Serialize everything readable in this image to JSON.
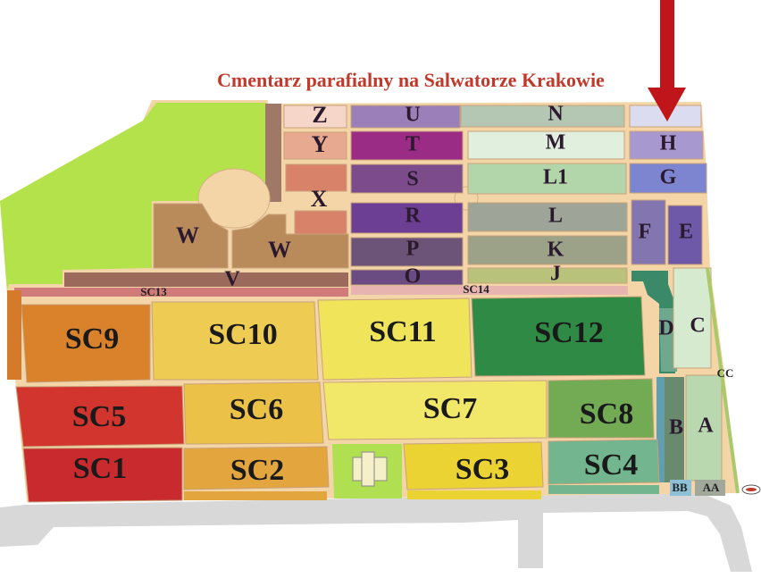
{
  "title": "Cmentarz parafialny na Salwatorze Krakowie",
  "colors": {
    "path": "#f3d5a8",
    "pointer_arrow": "#c0161b",
    "green_area": "#b3e24a",
    "street": "#d6d6d6"
  },
  "labels": {
    "Z": "Z",
    "Y": "Y",
    "X": "X",
    "W1": "W",
    "W2": "W",
    "V": "V",
    "U": "U",
    "T": "T",
    "S": "S",
    "R": "R",
    "P": "P",
    "O": "O",
    "N": "N",
    "M": "M",
    "L1": "L1",
    "L": "L",
    "K": "K",
    "J": "J",
    "H": "H",
    "G": "G",
    "F": "F",
    "E": "E",
    "D": "D",
    "C": "C",
    "B": "B",
    "A": "A",
    "BB": "BB",
    "AA": "AA",
    "CC": "CC",
    "SC13": "SC13",
    "SC14": "SC14",
    "SC1": "SC1",
    "SC2": "SC2",
    "SC3": "SC3",
    "SC4": "SC4",
    "SC5": "SC5",
    "SC6": "SC6",
    "SC7": "SC7",
    "SC8": "SC8",
    "SC9": "SC9",
    "SC10": "SC10",
    "SC11": "SC11",
    "SC12": "SC12"
  }
}
